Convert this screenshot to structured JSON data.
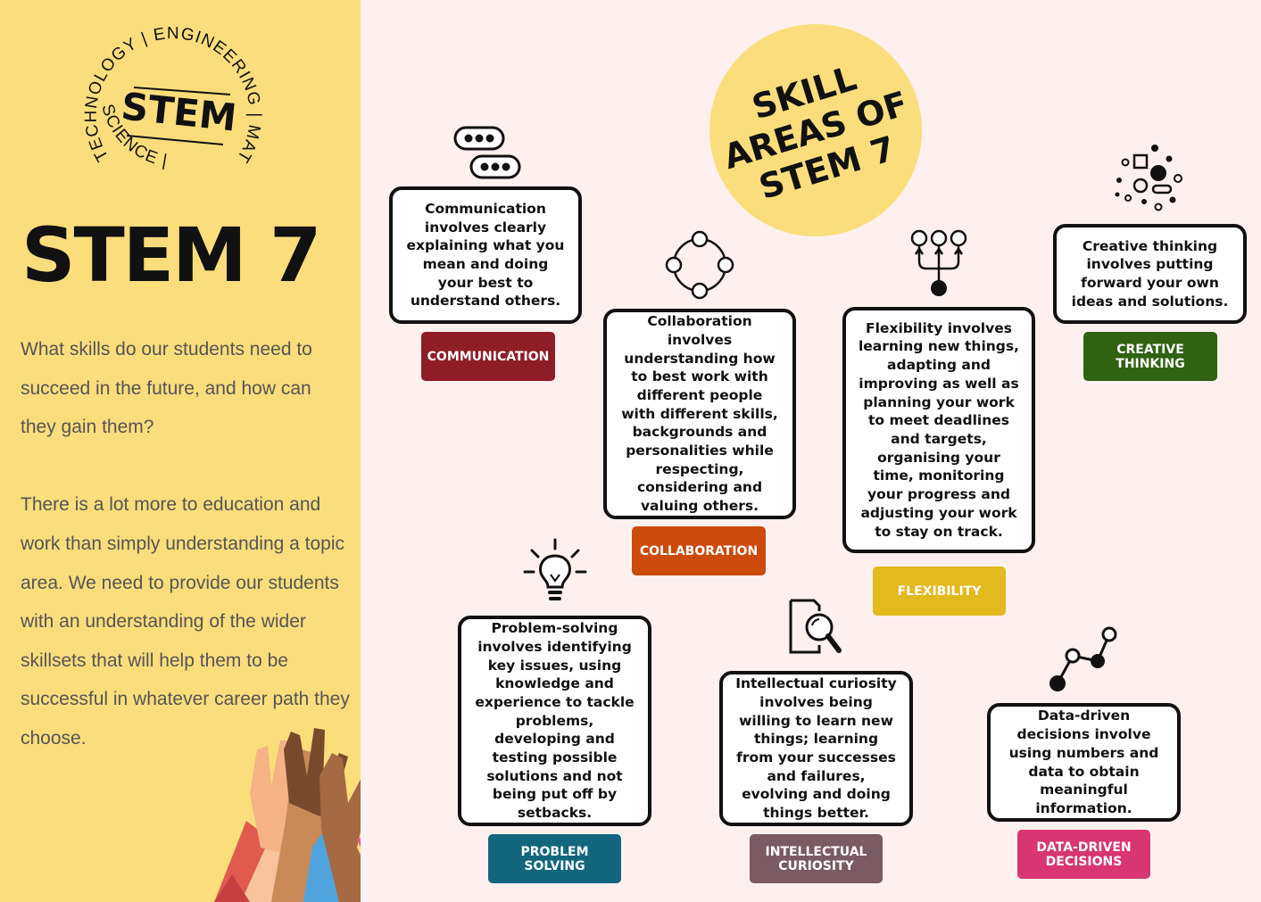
{
  "logo": {
    "center_text": "STEM",
    "ring_top": "TECHNOLOGY | ENGINEERING",
    "ring_right": "| MATHEMATICS",
    "ring_left": "SCIENCE |"
  },
  "left_panel": {
    "title": "STEM 7",
    "paragraph_1": "What skills do our students need to succeed in the future, and how can they gain them?",
    "paragraph_2": "There is a lot more to education and work than simply understanding a topic area. We need to provide our students with an understanding of the wider skillsets that will help them to be successful in whatever career path they choose."
  },
  "badge": {
    "line_1": "SKILL",
    "line_2": "AREAS OF",
    "line_3": "STEM 7"
  },
  "skills": [
    {
      "label": "COMMUNICATION",
      "color": "#8f1d27",
      "description": "Communication involves clearly explaining what you mean and doing your best to understand others.",
      "icon": "speech-bubbles-icon"
    },
    {
      "label": "COLLABORATION",
      "color": "#cc4a0a",
      "description": "Collaboration involves understanding how to best work with different people with different skills, backgrounds and personalities while respecting, considering and valuing others.",
      "icon": "network-circle-icon"
    },
    {
      "label": "FLEXIBILITY",
      "color": "#e2b91e",
      "description": "Flexibility involves learning new things, adapting and improving as well as planning your work to meet deadlines and targets, organising your time, monitoring your progress and adjusting your work to stay on track.",
      "icon": "branching-nodes-icon"
    },
    {
      "label": "CREATIVE THINKING",
      "color": "#2f6211",
      "description": "Creative thinking involves putting forward your own ideas and solutions.",
      "icon": "scattered-shapes-icon"
    },
    {
      "label": "PROBLEM SOLVING",
      "color": "#12657d",
      "description": "Problem-solving involves identifying key issues, using knowledge and experience to tackle problems, developing and testing possible solutions and not being put off by setbacks.",
      "icon": "lightbulb-icon"
    },
    {
      "label": "INTELLECTUAL CURIOSITY",
      "color": "#7a5a63",
      "description": "Intellectual curiosity involves being willing to learn new things; learning from your successes and failures, evolving and doing things better.",
      "icon": "magnifier-document-icon"
    },
    {
      "label": "DATA-DRIVEN DECISIONS",
      "color": "#d73673",
      "description": "Data-driven decisions involve using numbers and data to obtain meaningful information.",
      "icon": "line-graph-icon"
    }
  ]
}
